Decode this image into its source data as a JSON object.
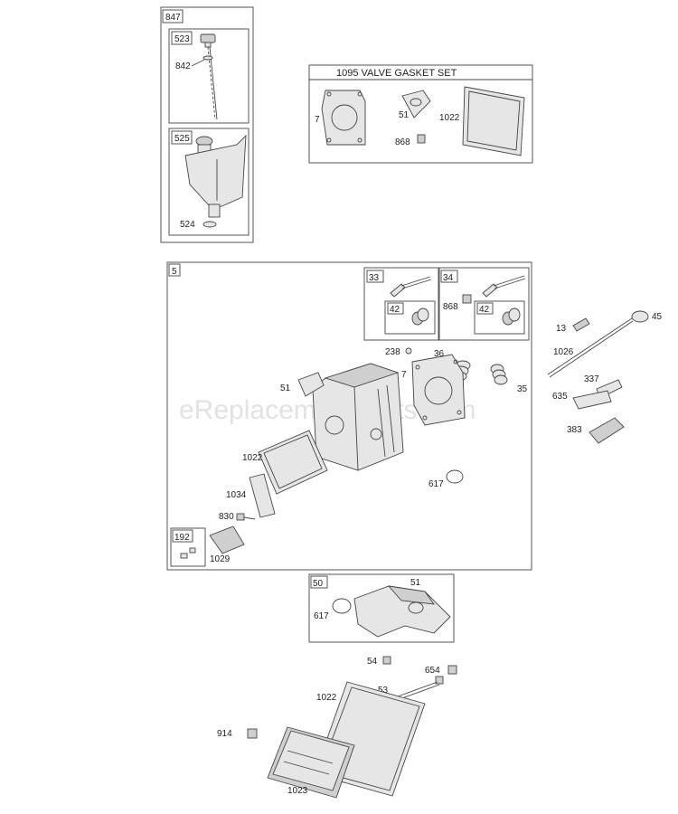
{
  "watermark": "eReplacementParts.com",
  "kits": {
    "oil_fill": "847",
    "dipstick": "523",
    "oil_tube": "525",
    "gasket_set_title": "1095 VALVE GASKET SET",
    "head_assembly": "5",
    "valve_exhaust": "33",
    "valve_keepers_a": "42",
    "valve_intake": "34",
    "valve_keepers_b": "42",
    "breather": "192",
    "intake_manifold": "50"
  },
  "labels": {
    "p842": "842",
    "p524": "524",
    "gs_7": "7",
    "gs_51": "51",
    "gs_1022": "1022",
    "gs_868": "868",
    "v_868": "868",
    "p13": "13",
    "p45": "45",
    "p1026": "1026",
    "p337": "337",
    "p635": "635",
    "p383": "383",
    "p238": "238",
    "p36": "36",
    "h_7": "7",
    "p35": "35",
    "h_51": "51",
    "h_1022": "1022",
    "h_617": "617",
    "p1034": "1034",
    "p830": "830",
    "p1029": "1029",
    "m_51": "51",
    "m_617": "617",
    "p54": "54",
    "p654": "654",
    "p53": "53",
    "c_1022": "1022",
    "p914": "914",
    "p1023": "1023"
  }
}
